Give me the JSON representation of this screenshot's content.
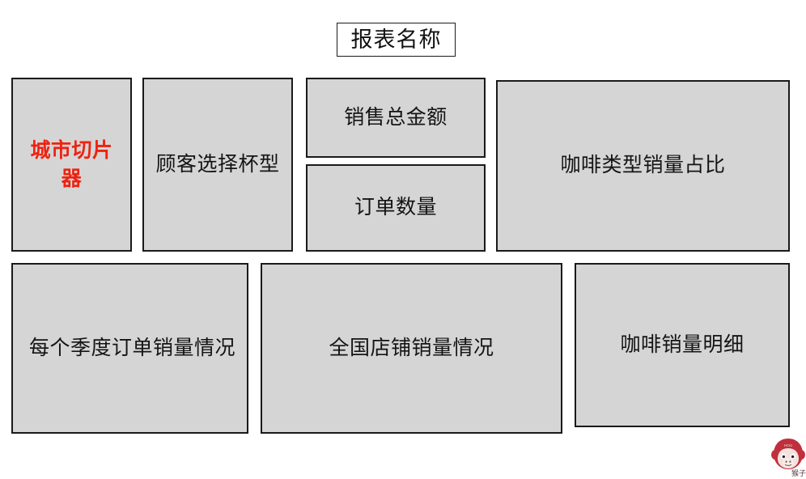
{
  "report": {
    "title": "报表名称"
  },
  "panels": [
    {
      "id": "city-slicer",
      "label": "城市切片器",
      "color": "#ee2211",
      "align": "center"
    },
    {
      "id": "cup-type",
      "label": "顾客选择杯型",
      "color": "#141414",
      "align": "center"
    },
    {
      "id": "total-sales",
      "label": "销售总金额",
      "color": "#141414",
      "align": "center"
    },
    {
      "id": "order-count",
      "label": "订单数量",
      "color": "#141414",
      "align": "center"
    },
    {
      "id": "coffee-share",
      "label": "咖啡类型销量占比",
      "color": "#141414",
      "align": "center"
    },
    {
      "id": "quarterly-orders",
      "label": "每个季度订单销量情况",
      "color": "#141414",
      "align": "left"
    },
    {
      "id": "national-sales",
      "label": "全国店铺销量情况",
      "color": "#141414",
      "align": "center"
    },
    {
      "id": "coffee-detail",
      "label": "咖啡销量明细",
      "color": "#141414",
      "align": "center"
    }
  ],
  "watermark": {
    "label": "猴子",
    "badge_text": "HOU",
    "color": "#c0303c"
  },
  "theme": {
    "panel_fill": "#d5d5d5",
    "panel_border": "#1a1a1a",
    "page_background": "#ffffff",
    "title_fill": "#ffffff",
    "accent": "#ee2211"
  }
}
